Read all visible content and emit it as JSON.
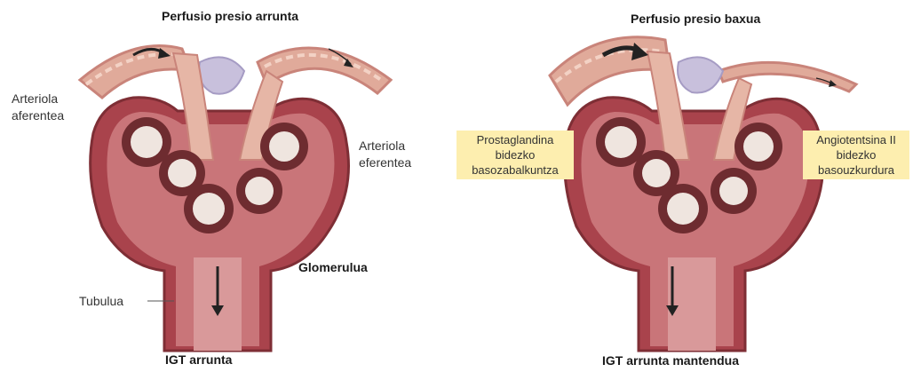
{
  "left": {
    "title": "Perfusio presio arrunta",
    "afferent_label": [
      "Arteriola",
      "aferentea"
    ],
    "efferent_label": [
      "Arteriola",
      "eferentea"
    ],
    "glomerulus_label": "Glomerulua",
    "tubule_label": "Tubulua",
    "bottom_caption": "IGT arrunta"
  },
  "right": {
    "title": "Perfusio presio baxua",
    "prostaglandin_callout": [
      "Prostaglandina",
      "bidezko",
      "basozabalkuntza"
    ],
    "angiotensin_callout": [
      "Angiotentsina II",
      "bidezko",
      "basouzkurdura"
    ],
    "bottom_caption": "IGT arrunta mantendua"
  },
  "colors": {
    "capsule": "#a9434c",
    "capsule_light": "#c97579",
    "vessel": "#e0aa9a",
    "vessel_stripe": "#c9847a",
    "capillary_dark": "#6e2c30",
    "cells": "#c8c0dc",
    "callout_bg": "#fdeeaf"
  }
}
